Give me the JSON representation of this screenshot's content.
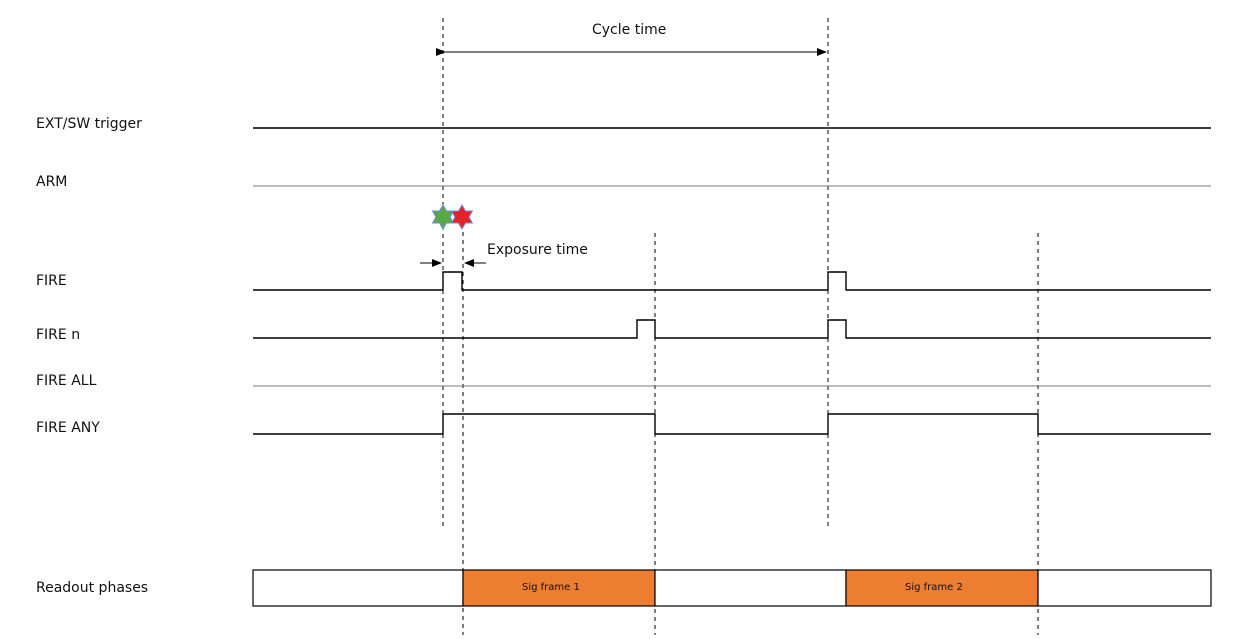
{
  "annotations": {
    "cycle_time": "Cycle time",
    "exposure_time": "Exposure time"
  },
  "signals": [
    {
      "id": "ext_sw_trigger",
      "label": "EXT/SW trigger"
    },
    {
      "id": "arm",
      "label": "ARM"
    },
    {
      "id": "fire",
      "label": "FIRE"
    },
    {
      "id": "fire_n",
      "label": "FIRE n"
    },
    {
      "id": "fire_all",
      "label": "FIRE ALL"
    },
    {
      "id": "fire_any",
      "label": "FIRE ANY"
    },
    {
      "id": "readout_phases",
      "label": "Readout phases"
    }
  ],
  "readout_blocks": [
    {
      "label": "",
      "filled": false
    },
    {
      "label": "Sig frame 1",
      "filled": true
    },
    {
      "label": "",
      "filled": false
    },
    {
      "label": "Sig frame 2",
      "filled": true
    },
    {
      "label": "",
      "filled": false
    }
  ],
  "markers": [
    {
      "name": "green-star-marker",
      "color": "#5aa845"
    },
    {
      "name": "red-star-marker",
      "color": "#e8202a"
    }
  ],
  "colors": {
    "frame_fill": "#ed7d31",
    "line": "#000000",
    "marker_outline": "#6b8dd6"
  }
}
